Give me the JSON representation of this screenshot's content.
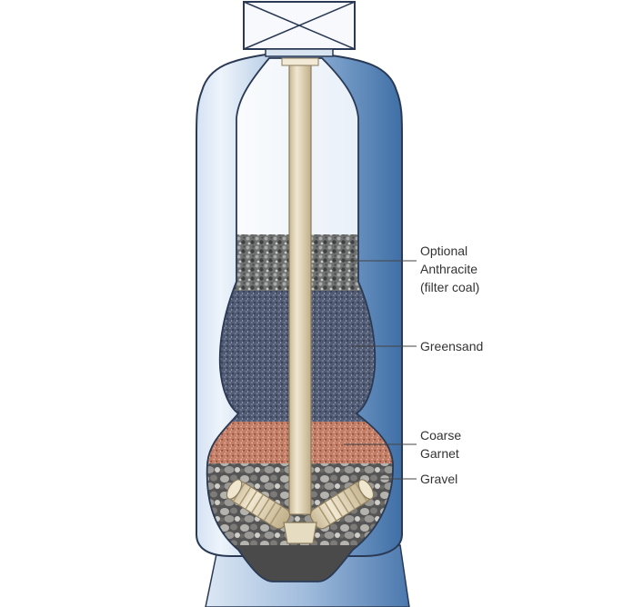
{
  "colors": {
    "tank_dark": "#3f6fa6",
    "tank_light": "#e8f0fa",
    "tank_outline": "#2a3a55",
    "water": "#eef3f9",
    "anthracite": "#6d6e6e",
    "greensand": "#4f5870",
    "garnet": "#c48068",
    "gravel": "#8c8c8c",
    "rock_bottom": "#595959",
    "pipe": "#ddd0b4",
    "leader_line": "#444444",
    "label_text": "#333333"
  },
  "icons": [
    "valve-head-icon",
    "distributor-icon"
  ],
  "labels": {
    "anthracite": [
      "Optional",
      "Anthracite",
      "(filter coal)"
    ],
    "greensand": [
      "Greensand"
    ],
    "garnet": [
      "Coarse",
      "Garnet"
    ],
    "gravel": [
      "Gravel"
    ]
  }
}
